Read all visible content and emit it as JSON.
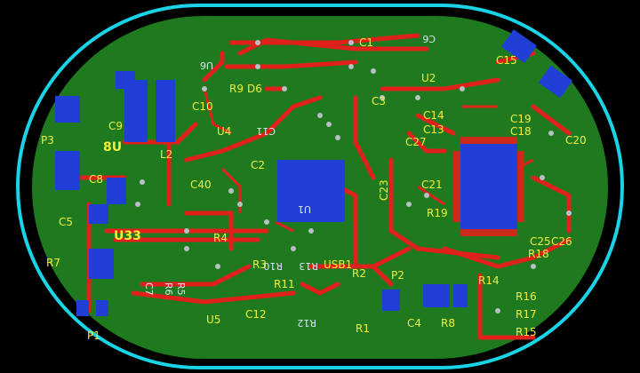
{
  "colors": {
    "background": "#000000",
    "outline": "#19d3e6",
    "board": "#1f7a1f",
    "copper": "#e0201a",
    "pad": "#1f3fd6",
    "silk_yellow": "#f2ee3a",
    "silk_white": "#d9e6ef",
    "via": "#b9c0c4"
  },
  "labels": {
    "p3": "P3",
    "c9": "C9",
    "l2": "L2",
    "c10": "C10",
    "d8": "8U",
    "c8": "C8",
    "c5": "C5",
    "u33": "U33",
    "r7": "R7",
    "p1": "P1",
    "c40": "C40",
    "r4": "R4",
    "r9": "R9",
    "d6": "D6",
    "c1": "C1",
    "u2": "U2",
    "r3": "R3",
    "c12": "C12",
    "u5": "U5",
    "r11": "R11",
    "usb1": "USB1",
    "r2": "R2",
    "r1": "R1",
    "p2": "P2",
    "c4": "C4",
    "r8": "R8",
    "c3": "C3",
    "c14": "C14",
    "c13": "C13",
    "c27": "C27",
    "c21": "C21",
    "r19": "R19",
    "c15": "C15",
    "c19": "C19",
    "c18": "C18",
    "c20": "C20",
    "r14": "R14",
    "r16": "R16",
    "r17": "R17",
    "r15": "R15",
    "r18": "R18",
    "c25": "C25",
    "c26": "C26",
    "c2": "C2",
    "u4": "U4"
  },
  "mirrored_labels": {
    "u6": "U6",
    "c11": "C11",
    "r12": "R12",
    "r13": "R13",
    "r10": "R10",
    "u1": "U1",
    "c6": "C6",
    "c23": "C23",
    "r5": "R5",
    "r6": "R6",
    "c7": "C7"
  }
}
